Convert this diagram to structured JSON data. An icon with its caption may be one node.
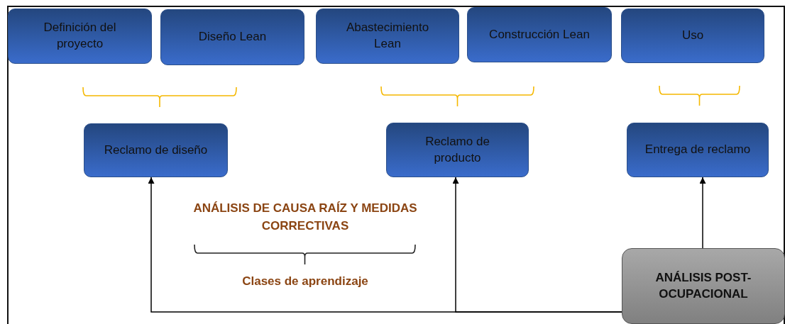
{
  "diagram": {
    "nodes": [
      {
        "text": [
          "Definición del proyecto"
        ]
      },
      {
        "text": [
          "Diseño Lean"
        ]
      },
      {
        "text": [
          "Abastecimiento Lean"
        ]
      },
      {
        "text": [
          "Construcción Lean"
        ]
      },
      {
        "text": [
          "Uso"
        ]
      },
      {
        "text": [
          "Reclamo de diseño"
        ]
      },
      {
        "text": [
          "Reclamo de producto"
        ]
      },
      {
        "text": [
          "Entrega de reclamo"
        ]
      },
      {
        "text": [
          "ANÁLISIS POST-OCUPACIONAL"
        ]
      }
    ],
    "edges": [
      {
        "from": 8,
        "to": 5,
        "arrow": "to"
      },
      {
        "from": 8,
        "to": 6,
        "arrow": "to"
      },
      {
        "from": 8,
        "to": 7,
        "arrow": "to"
      }
    ],
    "labels": [
      "ANÁLISIS DE CAUSA RAÍZ Y MEDIDAS CORRECTIVAS",
      "Clases de aprendizaje"
    ]
  }
}
